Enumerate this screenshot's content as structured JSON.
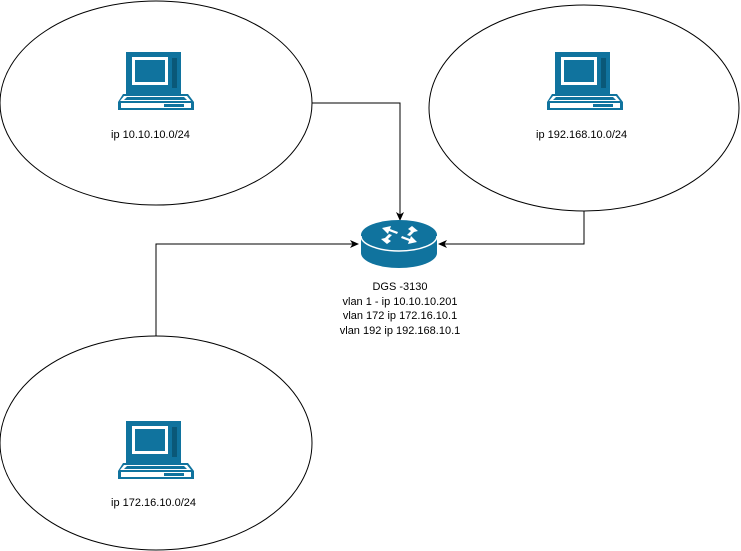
{
  "colors": {
    "device_fill": "#10739e",
    "line": "#000000",
    "background": "#ffffff"
  },
  "networks": [
    {
      "label": "ip 10.10.10.0/24",
      "icon": "pc-icon"
    },
    {
      "label": "ip 192.168.10.0/24",
      "icon": "pc-icon"
    },
    {
      "label": "ip 172.16.10.0/24",
      "icon": "pc-icon"
    }
  ],
  "router": {
    "icon": "router-icon",
    "lines": [
      "DGS -3130",
      "vlan 1 - ip 10.10.10.201",
      "vlan 172 ip 172.16.10.1",
      "vlan 192 ip 192.168.10.1"
    ]
  }
}
